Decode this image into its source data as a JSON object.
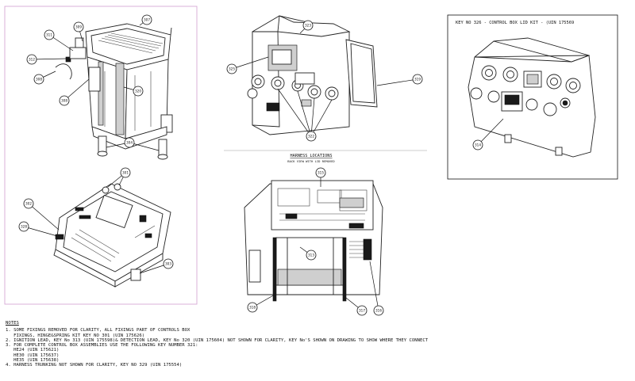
{
  "callouts": {
    "top_left": [
      "307",
      "309",
      "311",
      "312",
      "308",
      "320",
      "304"
    ],
    "top_middle": [
      "323",
      "325",
      "319",
      "322"
    ],
    "bottom_left": [
      "302",
      "301",
      "328",
      "303"
    ],
    "bottom_middle": [
      "315",
      "313",
      "318",
      "317",
      "316"
    ],
    "right_panel": [
      "314"
    ]
  },
  "right_panel": {
    "title": "KEY NO 326 - CONTROL BOX LID KIT - (UIN 175569"
  },
  "harness": {
    "title": "HARNESS LOCATIONS",
    "subtitle": "BACK VIEW WITH LID REMOVED"
  },
  "notes": {
    "title": "NOTES",
    "lines": [
      "1. SOME FIXINGS REMOVED FOR CLARITY, ALL FIXINGS PART OF CONTROLS BOX",
      "   FIXINGS, HINGE&SPRING KIT KEY NO 301 (UIN 175626)",
      "2. IGNITION LEAD, KEY No 313 (UIN 175598)& DETECTION LEAD, KEY No 320 (UIN 175604) NOT SHOWN FOR CLARITY, KEY No'S SHOWN ON DRAWING TO SHOW WHERE THEY CONNECT",
      "3. FOR COMPLETE CONTROL BOX ASSEMBLIES USE THE FOLLOWING KEY NUMBER 321:",
      "   HE24 (UIN 175621)",
      "   HE30 (UIN 175637)",
      "   HE35 (UIN 175638)",
      "4. HARNESS TRUNKING NOT SHOWN FOR CLARITY, KEY NO 329 (UIN 175554)"
    ]
  }
}
